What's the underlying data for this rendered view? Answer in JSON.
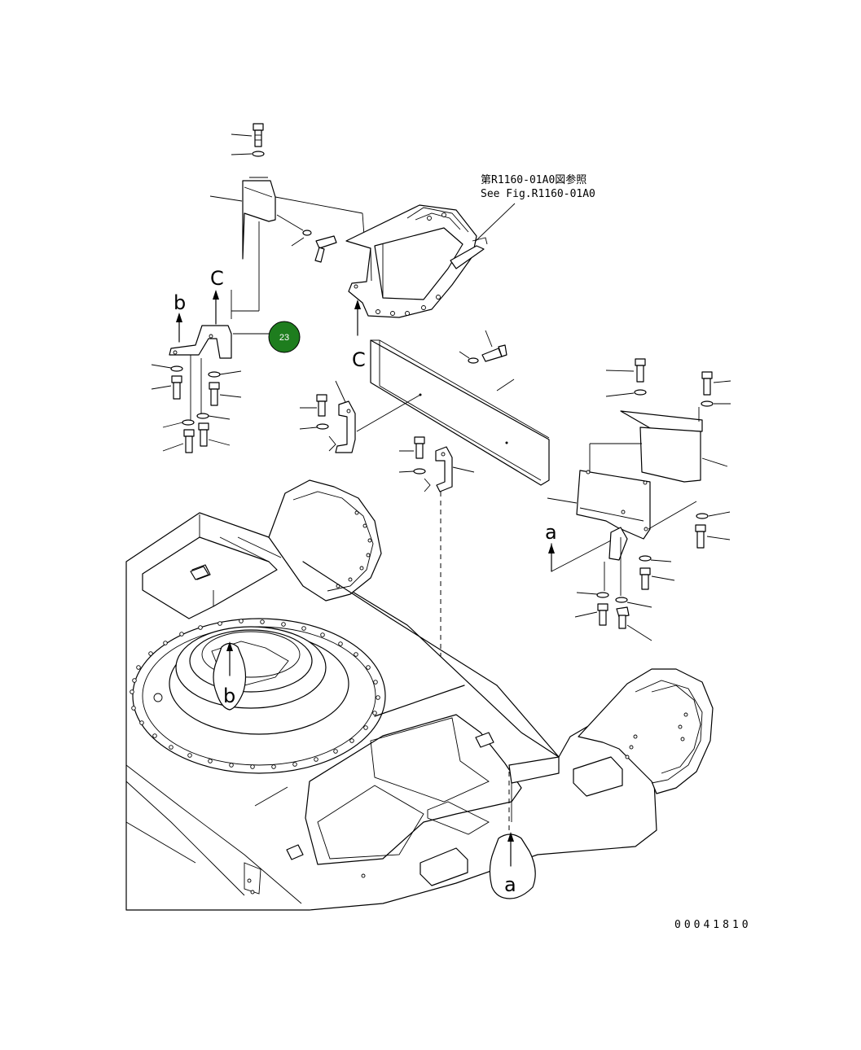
{
  "reference_note": {
    "line1": "第R1160-01A0図参照",
    "line2": "See Fig.R1160-01A0"
  },
  "view_markers": {
    "c_top": "C",
    "c_mid": "C",
    "b_top": "b",
    "b_base": "b",
    "a_right": "a",
    "a_base": "a"
  },
  "callout": {
    "label": "23",
    "color": "#1e7d1e"
  },
  "drawing_number": "00041810"
}
